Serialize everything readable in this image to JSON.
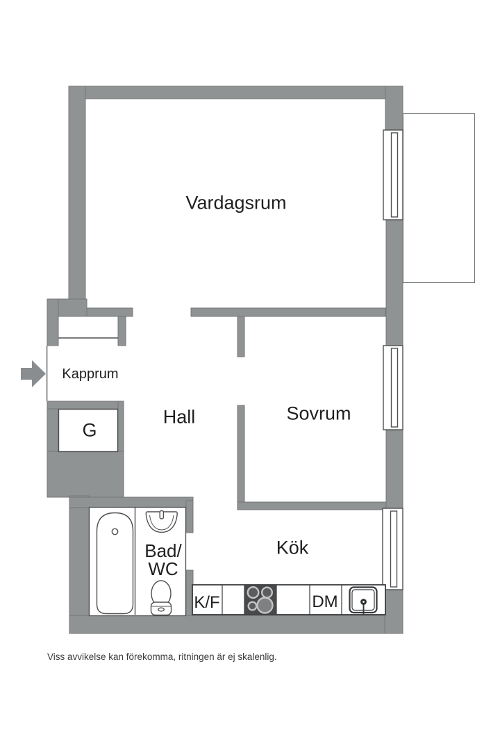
{
  "colors": {
    "background": "#ffffff",
    "wall_fill": "#909394",
    "wall_outline": "#747678",
    "fixture_outline": "#4d4f51",
    "counter_outline": "#3b3d3f",
    "stove_fill": "#48494b",
    "burner_ring": "#c2c4c5",
    "label_text": "#1f1f1f",
    "disclaimer_text": "#3a3a3a"
  },
  "rooms": [
    {
      "label": "Vardagsrum"
    },
    {
      "label": "Kapprum"
    },
    {
      "label": "Hall"
    },
    {
      "label": "Sovrum"
    },
    {
      "label_line1": "Bad/",
      "label_line2": "WC"
    },
    {
      "label": "Kök"
    }
  ],
  "fixtures": {
    "wardrobe_label": "G",
    "fridge_freezer_label": "K/F",
    "dishwasher_label": "DM"
  },
  "footer": {
    "disclaimer": "Viss avvikelse kan förekomma, ritningen är ej skalenlig."
  }
}
